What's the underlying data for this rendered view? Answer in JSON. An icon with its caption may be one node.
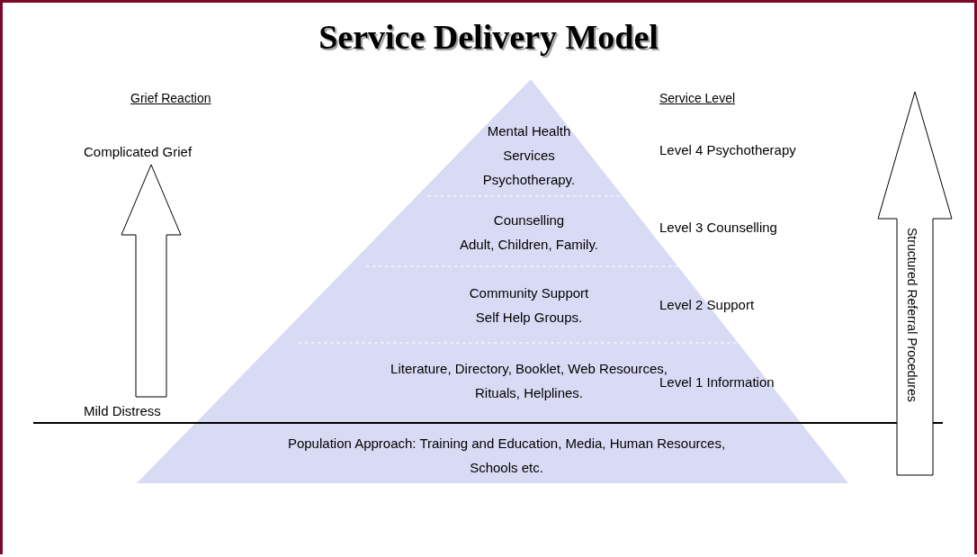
{
  "diagram": {
    "title": "Service Delivery Model",
    "nodes": [
      {
        "text": [
          "Mental Health Services Psychotherapy."
        ]
      },
      {
        "text": [
          "Counselling",
          "Adult, Children, Family."
        ]
      },
      {
        "text": [
          "Community Support",
          "Self Help Groups."
        ]
      },
      {
        "text": [
          "Literature, Directory, Booklet, Web Resources, Rituals, Helplines."
        ]
      },
      {
        "text": [
          "Population Approach: Training and Education, Media, Human Resources, Schools etc."
        ]
      },
      {
        "text": [
          "Complicated Grief"
        ]
      },
      {
        "text": [
          "Mild Distress"
        ]
      }
    ],
    "edges": [
      {
        "from": 6,
        "to": 5,
        "arrow": "to",
        "style": "thick"
      }
    ],
    "labels": [
      "Grief Reaction",
      "Service Level",
      "Level 4 Psychotherapy",
      "Level 3 Counselling",
      "Level 2 Support",
      "Level 1 Information",
      "Structured Referral Procedures"
    ]
  }
}
